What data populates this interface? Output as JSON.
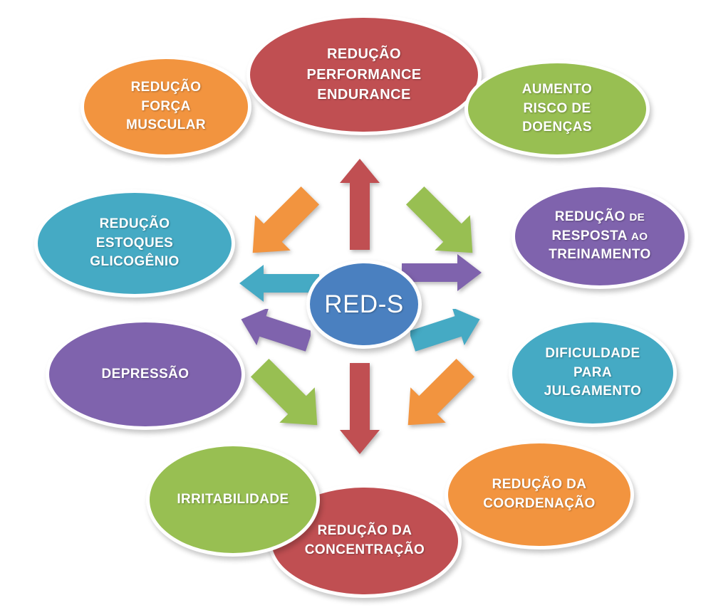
{
  "diagram": {
    "title": "RED-S",
    "center": {
      "label": "RED-S",
      "color": "#4A80C0"
    },
    "colors": {
      "red": "#C04F52",
      "green": "#98BF52",
      "orange": "#F2943F",
      "purple": "#7F63AD",
      "teal": "#45AAC4",
      "blue": "#4A80C0",
      "background": "#FFFFFF",
      "outline": "#FFFFFF",
      "text": "#FFFFFF"
    },
    "nodes": [
      {
        "id": "reducao-forca-muscular",
        "lines": [
          "REDUÇÃO",
          "FORÇA",
          "MUSCULAR"
        ],
        "color": "#F2943F"
      },
      {
        "id": "reducao-performance-endurance",
        "lines": [
          "REDUÇÃO",
          "PERFORMANCE",
          "ENDURANCE"
        ],
        "color": "#C04F52"
      },
      {
        "id": "aumento-risco-de-doencas",
        "lines": [
          "AUMENTO",
          "RISCO DE",
          "DOENÇAS"
        ],
        "color": "#98BF52"
      },
      {
        "id": "reducao-de-resposta-ao-treinamento",
        "lines": [
          "REDUÇÃO DE",
          "RESPOSTA AO",
          "TREINAMENTO"
        ],
        "small_words": [
          "DE",
          "AO"
        ],
        "color": "#7F63AD"
      },
      {
        "id": "dificuldade-para-julgamento",
        "lines": [
          "DIFICULDADE",
          "PARA",
          "JULGAMENTO"
        ],
        "color": "#45AAC4"
      },
      {
        "id": "reducao-da-coordenacao",
        "lines": [
          "REDUÇÃO DA",
          "COORDENAÇÃO"
        ],
        "color": "#F2943F"
      },
      {
        "id": "reducao-da-concentracao",
        "lines": [
          "REDUÇÃO DA",
          "CONCENTRAÇÃO"
        ],
        "color": "#C04F52"
      },
      {
        "id": "irritabilidade",
        "lines": [
          "IRRITABILIDADE"
        ],
        "color": "#98BF52"
      },
      {
        "id": "depressao",
        "lines": [
          "DEPRESSÃO"
        ],
        "color": "#7F63AD"
      },
      {
        "id": "reducao-estoques-glicogenio",
        "lines": [
          "REDUÇÃO",
          "ESTOQUES",
          "GLICOGÊNIO"
        ],
        "color": "#45AAC4"
      }
    ],
    "arrows": [
      {
        "id": "arrow-up",
        "direction": "up",
        "color": "#C04F52"
      },
      {
        "id": "arrow-up-left",
        "direction": "up-left",
        "color": "#F2943F"
      },
      {
        "id": "arrow-up-right",
        "direction": "up-right",
        "color": "#98BF52"
      },
      {
        "id": "arrow-left",
        "direction": "left",
        "color": "#45AAC4"
      },
      {
        "id": "arrow-right",
        "direction": "right",
        "color": "#7F63AD"
      },
      {
        "id": "arrow-down-left",
        "direction": "down-left",
        "color": "#7F63AD"
      },
      {
        "id": "arrow-down-right",
        "direction": "down-right",
        "color": "#45AAC4"
      },
      {
        "id": "arrow-down",
        "direction": "down",
        "color": "#C04F52"
      },
      {
        "id": "arrow-down-left-2",
        "direction": "down-left",
        "color": "#98BF52"
      },
      {
        "id": "arrow-down-right-2",
        "direction": "down-right",
        "color": "#F2943F"
      }
    ]
  }
}
